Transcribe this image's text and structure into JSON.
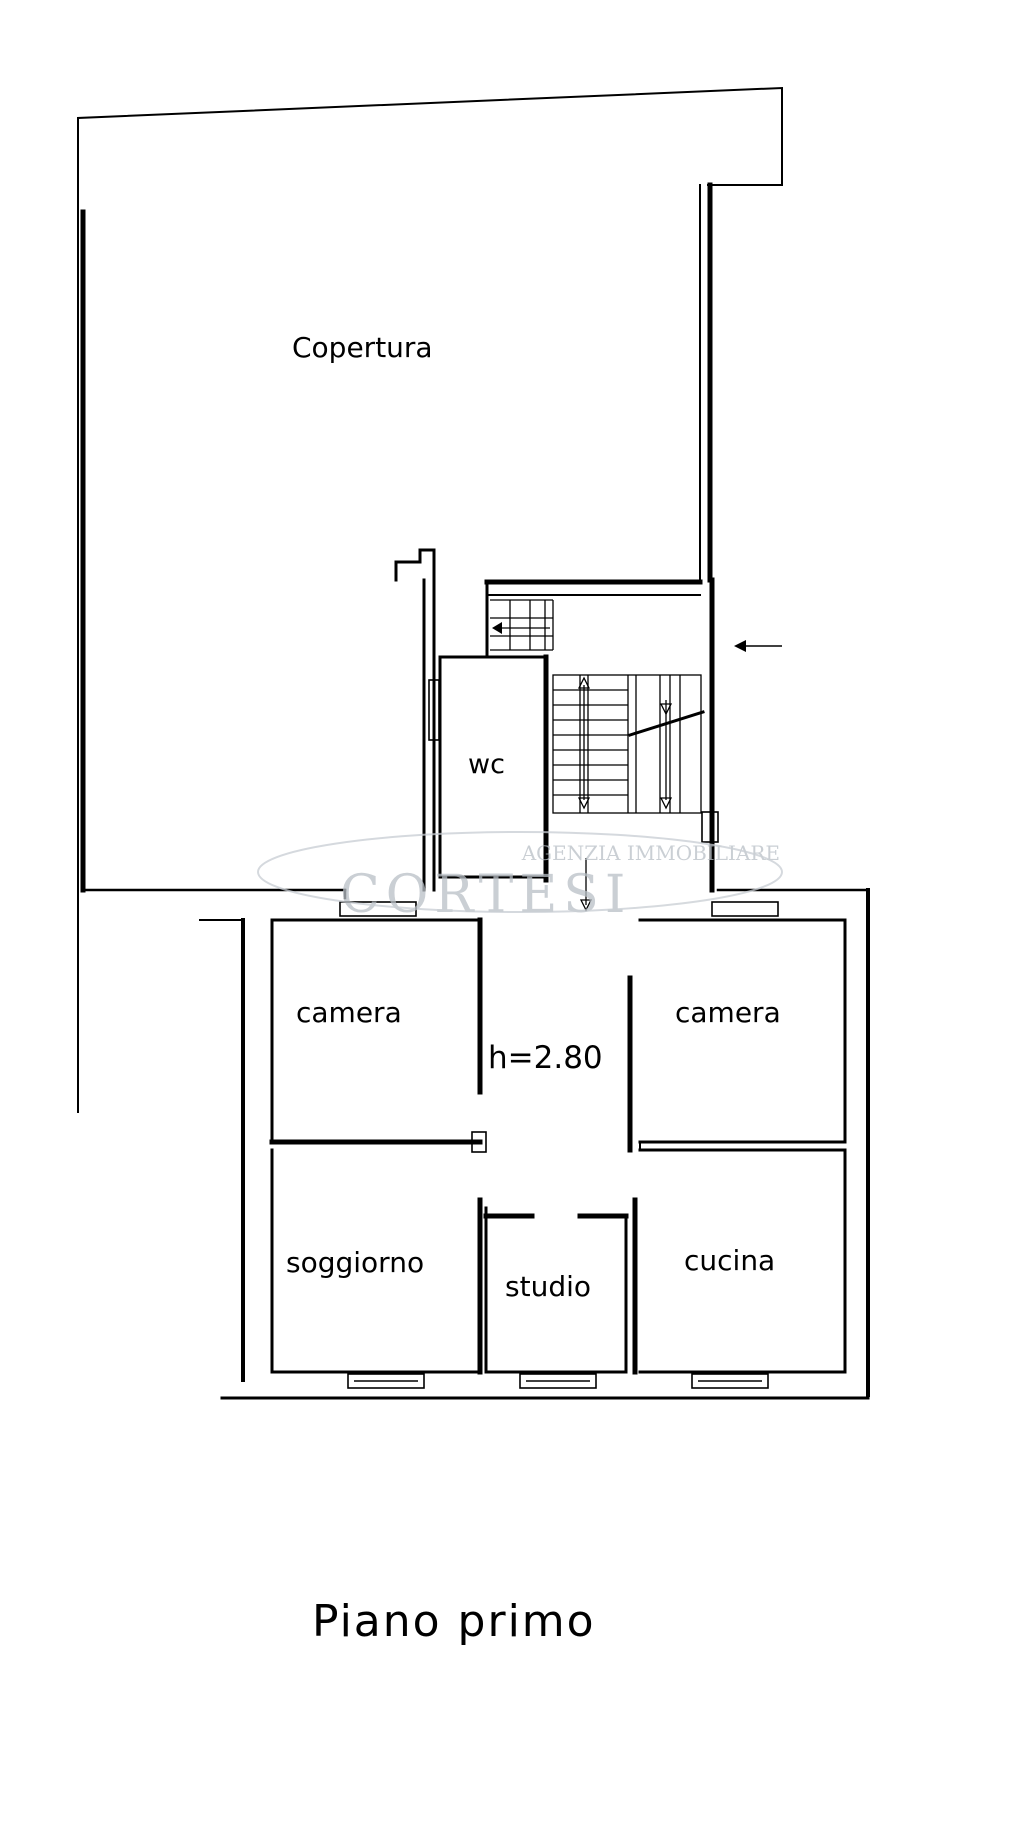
{
  "rooms": {
    "copertura": "Copertura",
    "wc": "wc",
    "camera_left": "camera",
    "camera_right": "camera",
    "height": "h=2.80",
    "soggiorno": "soggiorno",
    "studio": "studio",
    "cucina": "cucina"
  },
  "title": "Piano primo",
  "watermark": {
    "tagline": "AGENZIA IMMOBILIARE",
    "brand": "CORTESI"
  },
  "icons": {
    "entrance": "arrow-left-icon"
  }
}
